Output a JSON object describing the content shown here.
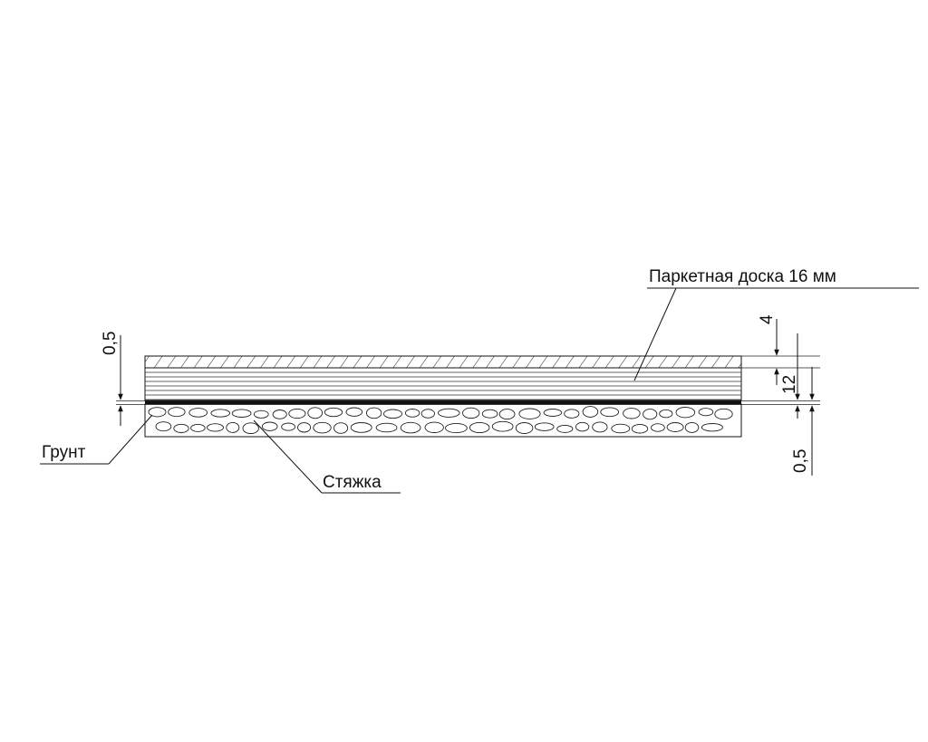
{
  "labels": {
    "parquet": "Паркетная доска 16 мм",
    "screed": "Стяжка",
    "primer": "Грунт"
  },
  "dimensions": {
    "left_underlay": "0,5",
    "top_layer": "4",
    "base_layer": "12",
    "bottom_underlay": "0,5"
  }
}
